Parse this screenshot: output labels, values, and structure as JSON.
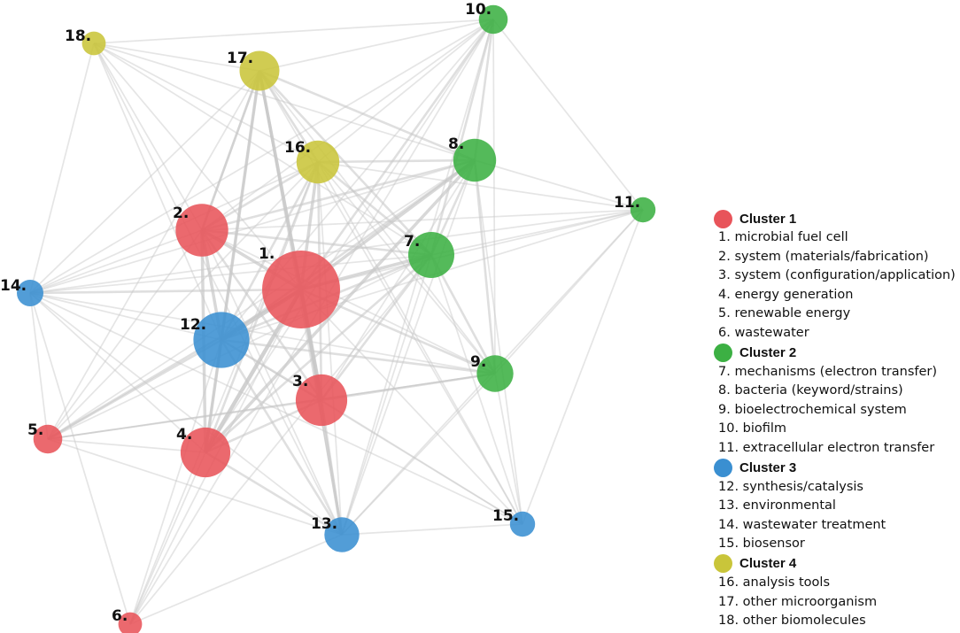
{
  "colors": {
    "cluster_1": "#e8545a",
    "cluster_2": "#3cb043",
    "cluster_3": "#3a8fd1",
    "cluster_4": "#c9c53a",
    "edge": "#c8c8c8"
  },
  "nodes": [
    {
      "id": 1,
      "label": "1.",
      "cluster": 1,
      "weight": 1.0
    },
    {
      "id": 2,
      "label": "2.",
      "cluster": 1,
      "weight": 0.42
    },
    {
      "id": 3,
      "label": "3.",
      "cluster": 1,
      "weight": 0.4
    },
    {
      "id": 4,
      "label": "4.",
      "cluster": 1,
      "weight": 0.37
    },
    {
      "id": 5,
      "label": "5.",
      "cluster": 1,
      "weight": 0.1
    },
    {
      "id": 6,
      "label": "6.",
      "cluster": 1,
      "weight": 0.06
    },
    {
      "id": 7,
      "label": "7.",
      "cluster": 2,
      "weight": 0.31
    },
    {
      "id": 8,
      "label": "8.",
      "cluster": 2,
      "weight": 0.26
    },
    {
      "id": 9,
      "label": "9.",
      "cluster": 2,
      "weight": 0.18
    },
    {
      "id": 10,
      "label": "10.",
      "cluster": 2,
      "weight": 0.1
    },
    {
      "id": 11,
      "label": "11.",
      "cluster": 2,
      "weight": 0.07
    },
    {
      "id": 12,
      "label": "12.",
      "cluster": 3,
      "weight": 0.48
    },
    {
      "id": 13,
      "label": "13.",
      "cluster": 3,
      "weight": 0.16
    },
    {
      "id": 14,
      "label": "14.",
      "cluster": 3,
      "weight": 0.08
    },
    {
      "id": 15,
      "label": "15.",
      "cluster": 3,
      "weight": 0.07
    },
    {
      "id": 16,
      "label": "16.",
      "cluster": 4,
      "weight": 0.26
    },
    {
      "id": 17,
      "label": "17.",
      "cluster": 4,
      "weight": 0.22
    },
    {
      "id": 18,
      "label": "18.",
      "cluster": 4,
      "weight": 0.06
    }
  ],
  "edges": [
    [
      1,
      2,
      3
    ],
    [
      1,
      3,
      4
    ],
    [
      1,
      4,
      4
    ],
    [
      1,
      5,
      2
    ],
    [
      1,
      6,
      1
    ],
    [
      1,
      7,
      3
    ],
    [
      1,
      8,
      3
    ],
    [
      1,
      9,
      2
    ],
    [
      1,
      10,
      2
    ],
    [
      1,
      11,
      1
    ],
    [
      1,
      12,
      4
    ],
    [
      1,
      13,
      3
    ],
    [
      1,
      14,
      2
    ],
    [
      1,
      15,
      1
    ],
    [
      1,
      16,
      3
    ],
    [
      1,
      17,
      3
    ],
    [
      1,
      18,
      1
    ],
    [
      2,
      3,
      2
    ],
    [
      2,
      4,
      3
    ],
    [
      2,
      5,
      1
    ],
    [
      2,
      7,
      2
    ],
    [
      2,
      8,
      2
    ],
    [
      2,
      9,
      1
    ],
    [
      2,
      10,
      1
    ],
    [
      2,
      12,
      3
    ],
    [
      2,
      13,
      1
    ],
    [
      2,
      14,
      1
    ],
    [
      2,
      16,
      2
    ],
    [
      2,
      17,
      2
    ],
    [
      2,
      18,
      1
    ],
    [
      3,
      4,
      2
    ],
    [
      3,
      5,
      1
    ],
    [
      3,
      7,
      2
    ],
    [
      3,
      8,
      1
    ],
    [
      3,
      9,
      2
    ],
    [
      3,
      12,
      2
    ],
    [
      3,
      13,
      2
    ],
    [
      3,
      15,
      1
    ],
    [
      3,
      16,
      2
    ],
    [
      3,
      17,
      3
    ],
    [
      4,
      5,
      1
    ],
    [
      4,
      6,
      1
    ],
    [
      4,
      7,
      2
    ],
    [
      4,
      8,
      3
    ],
    [
      4,
      10,
      1
    ],
    [
      4,
      12,
      3
    ],
    [
      4,
      13,
      2
    ],
    [
      4,
      14,
      1
    ],
    [
      4,
      16,
      2
    ],
    [
      4,
      17,
      2
    ],
    [
      5,
      7,
      1
    ],
    [
      5,
      8,
      1
    ],
    [
      5,
      12,
      2
    ],
    [
      5,
      13,
      1
    ],
    [
      5,
      14,
      1
    ],
    [
      5,
      16,
      1
    ],
    [
      5,
      17,
      1
    ],
    [
      5,
      9,
      1
    ],
    [
      6,
      12,
      1
    ],
    [
      6,
      16,
      1
    ],
    [
      6,
      7,
      1
    ],
    [
      6,
      13,
      1
    ],
    [
      6,
      14,
      1
    ],
    [
      6,
      10,
      1
    ],
    [
      7,
      8,
      2
    ],
    [
      7,
      9,
      2
    ],
    [
      7,
      10,
      2
    ],
    [
      7,
      11,
      1
    ],
    [
      7,
      12,
      2
    ],
    [
      7,
      13,
      1
    ],
    [
      7,
      14,
      1
    ],
    [
      7,
      15,
      1
    ],
    [
      7,
      16,
      2
    ],
    [
      7,
      17,
      2
    ],
    [
      7,
      18,
      1
    ],
    [
      8,
      9,
      2
    ],
    [
      8,
      10,
      2
    ],
    [
      8,
      11,
      1
    ],
    [
      8,
      12,
      2
    ],
    [
      8,
      13,
      1
    ],
    [
      8,
      14,
      1
    ],
    [
      8,
      15,
      1
    ],
    [
      8,
      16,
      2
    ],
    [
      8,
      17,
      2
    ],
    [
      8,
      18,
      1
    ],
    [
      9,
      10,
      1
    ],
    [
      9,
      11,
      1
    ],
    [
      9,
      12,
      2
    ],
    [
      9,
      13,
      1
    ],
    [
      9,
      14,
      1
    ],
    [
      9,
      15,
      1
    ],
    [
      9,
      16,
      1
    ],
    [
      9,
      17,
      1
    ],
    [
      9,
      5,
      1
    ],
    [
      10,
      11,
      1
    ],
    [
      10,
      12,
      1
    ],
    [
      10,
      13,
      1
    ],
    [
      10,
      16,
      1
    ],
    [
      10,
      17,
      1
    ],
    [
      10,
      18,
      1
    ],
    [
      10,
      14,
      1
    ],
    [
      11,
      12,
      1
    ],
    [
      11,
      13,
      1
    ],
    [
      11,
      14,
      1
    ],
    [
      11,
      16,
      1
    ],
    [
      11,
      15,
      1
    ],
    [
      11,
      2,
      1
    ],
    [
      12,
      13,
      2
    ],
    [
      12,
      14,
      1
    ],
    [
      12,
      16,
      2
    ],
    [
      12,
      17,
      3
    ],
    [
      12,
      18,
      1
    ],
    [
      12,
      15,
      1
    ],
    [
      13,
      14,
      1
    ],
    [
      13,
      15,
      1
    ],
    [
      13,
      16,
      1
    ],
    [
      13,
      17,
      1
    ],
    [
      13,
      18,
      1
    ],
    [
      14,
      16,
      1
    ],
    [
      14,
      17,
      1
    ],
    [
      14,
      18,
      1
    ],
    [
      14,
      15,
      1
    ],
    [
      15,
      16,
      1
    ],
    [
      15,
      17,
      1
    ],
    [
      16,
      17,
      2
    ],
    [
      16,
      18,
      1
    ],
    [
      17,
      18,
      1
    ],
    [
      17,
      2,
      2
    ]
  ],
  "legend": [
    {
      "cluster": 1,
      "label": "Cluster 1",
      "items": [
        "1. microbial fuel cell",
        "2. system (materials/fabrication)",
        "3. system (configuration/application)",
        "4. energy generation",
        "5. renewable energy",
        "6. wastewater"
      ]
    },
    {
      "cluster": 2,
      "label": "Cluster 2",
      "items": [
        "7. mechanisms (electron transfer)",
        "8. bacteria (keyword/strains)",
        "9. bioelectrochemical system",
        "10. biofilm",
        "11. extracellular electron transfer"
      ]
    },
    {
      "cluster": 3,
      "label": "Cluster 3",
      "items": [
        "12. synthesis/catalysis",
        "13. environmental",
        "14. wastewater treatment",
        "15. biosensor"
      ]
    },
    {
      "cluster": 4,
      "label": "Cluster 4",
      "items": [
        "16. analysis tools",
        "17. other microorganism",
        "18. other biomolecules"
      ]
    }
  ]
}
